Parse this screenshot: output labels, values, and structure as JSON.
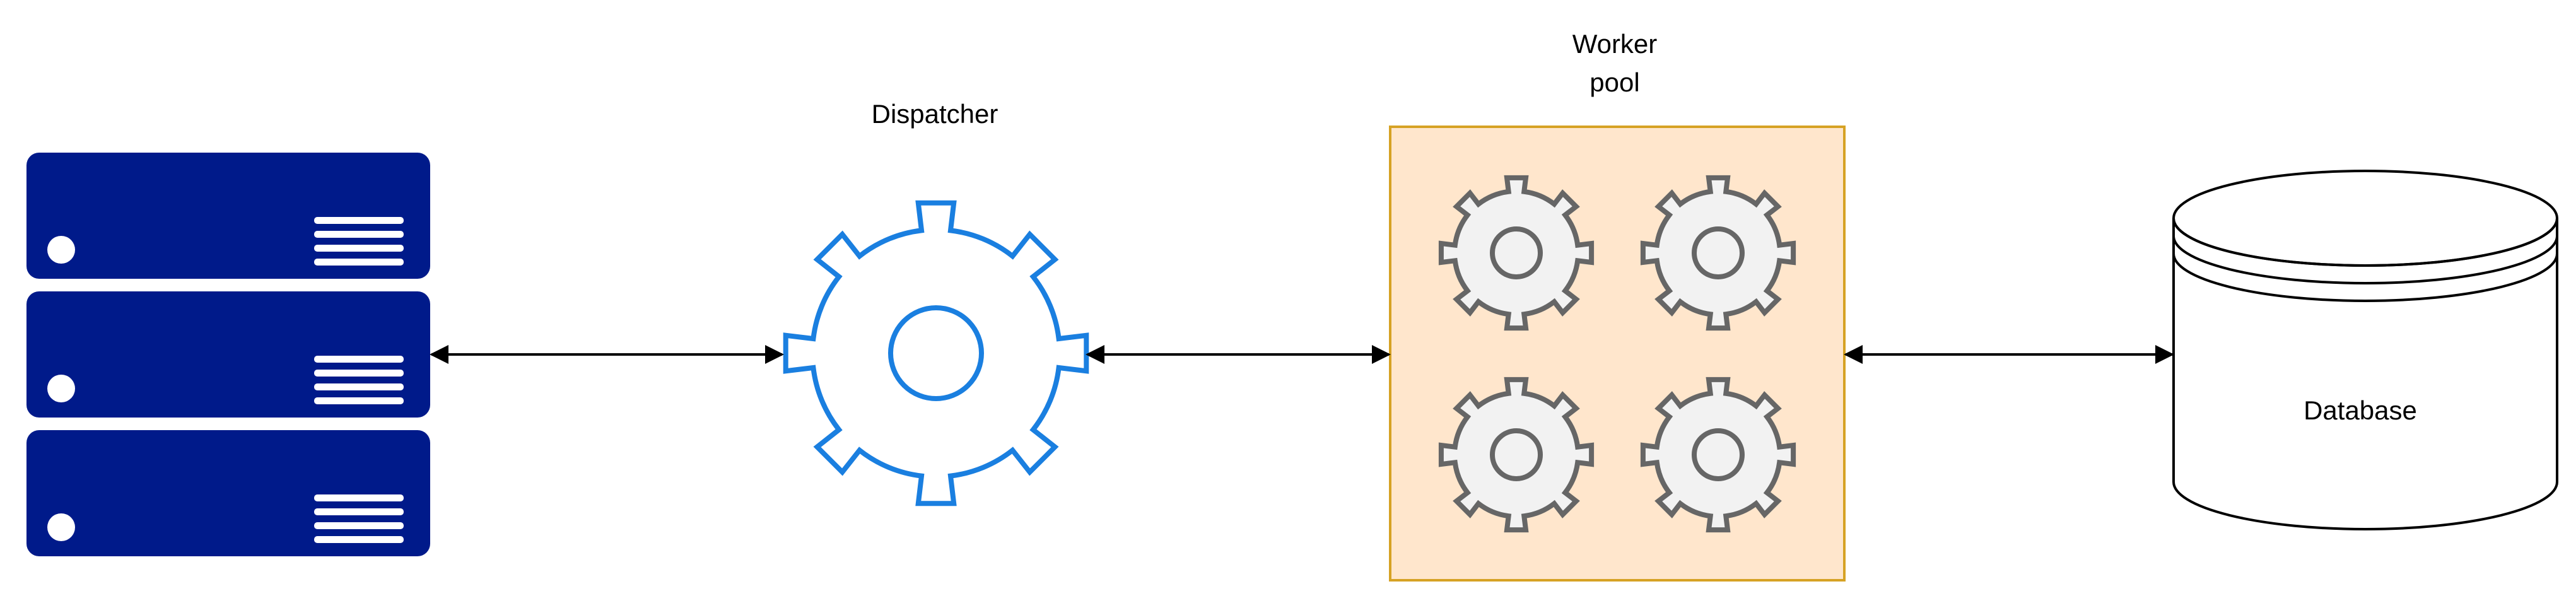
{
  "labels": {
    "dispatcher": "Dispatcher",
    "worker_pool_line1": "Worker",
    "worker_pool_line2": "pool",
    "database": "Database"
  },
  "icons": {
    "client": "server-rack-icon",
    "dispatcher": "gear-icon",
    "worker": "gear-icon",
    "database": "database-cylinder-icon"
  },
  "colors": {
    "server": "#001a8a",
    "dispatcher_stroke": "#1a7fe0",
    "worker_fill": "#f2f2f2",
    "worker_stroke": "#666666",
    "pool_fill": "#ffe6cc",
    "pool_stroke": "#d6a224",
    "line": "#000000"
  }
}
